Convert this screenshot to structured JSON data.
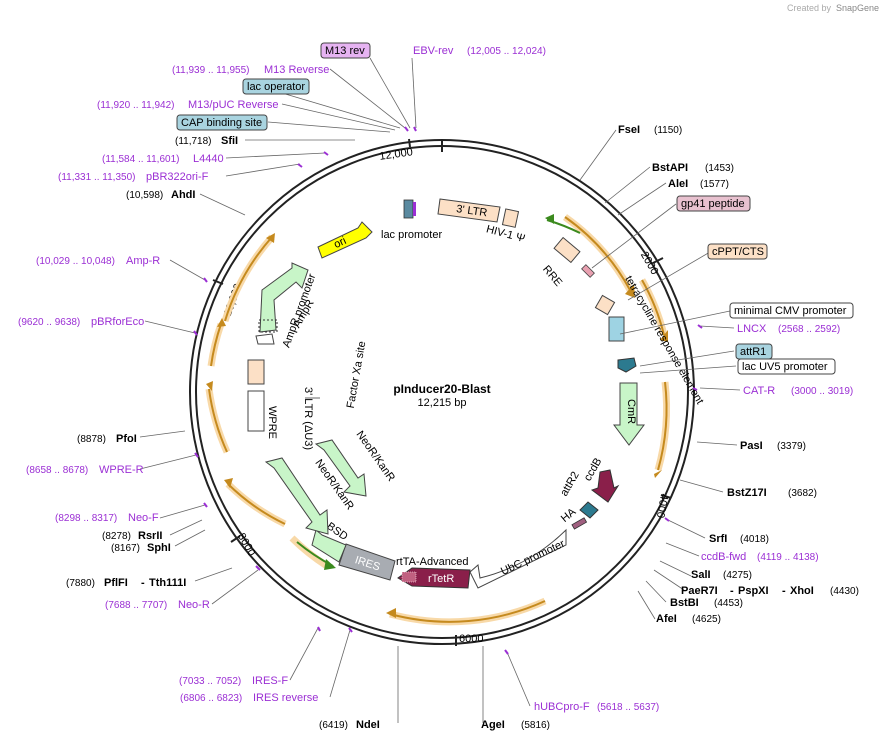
{
  "watermark": "Created by",
  "watermark_brand": "SnapGene",
  "plasmid": {
    "name": "pInducer20-Blast",
    "size": "12,215 bp"
  },
  "ticks": [
    "2000",
    "4000",
    "6000",
    "8000",
    "10,000",
    "12,000"
  ],
  "enzymes": [
    {
      "name": "FseI",
      "pos": "(1150)"
    },
    {
      "name": "BstAPI",
      "pos": "(1453)"
    },
    {
      "name": "AleI",
      "pos": "(1577)"
    },
    {
      "name": "PasI",
      "pos": "(3379)"
    },
    {
      "name": "BstZ17I",
      "pos": "(3682)"
    },
    {
      "name": "SrfI",
      "pos": "(4018)"
    },
    {
      "name": "SalI",
      "pos": "(4275)"
    },
    {
      "name": "PaeR7I",
      "name2": "PspXI",
      "name3": "XhoI",
      "pos": "(4430)"
    },
    {
      "name": "BstBI",
      "pos": "(4453)"
    },
    {
      "name": "AfeI",
      "pos": "(4625)"
    },
    {
      "name": "AgeI",
      "pos": "(5816)"
    },
    {
      "name": "NdeI",
      "pos": "(6419)"
    },
    {
      "name": "PflFI",
      "name2": "Tth111I",
      "pos": "(7880)"
    },
    {
      "name": "SphI",
      "pos": "(8167)"
    },
    {
      "name": "RsrII",
      "pos": "(8278)"
    },
    {
      "name": "PfoI",
      "pos": "(8878)"
    },
    {
      "name": "AhdI",
      "pos": "(10,598)"
    },
    {
      "name": "SfiI",
      "pos": "(11,718)"
    }
  ],
  "primers": [
    {
      "name": "EBV-rev",
      "pos": "(12,005 .. 12,024)"
    },
    {
      "name": "M13 Reverse",
      "pos": "(11,939 .. 11,955)"
    },
    {
      "name": "M13/pUC Reverse",
      "pos": "(11,920 .. 11,942)"
    },
    {
      "name": "L4440",
      "pos": "(11,584 .. 11,601)"
    },
    {
      "name": "pBR322ori-F",
      "pos": "(11,331 .. 11,350)"
    },
    {
      "name": "Amp-R",
      "pos": "(10,029 .. 10,048)"
    },
    {
      "name": "pBRforEco",
      "pos": "(9620 .. 9638)"
    },
    {
      "name": "WPRE-R",
      "pos": "(8658 .. 8678)"
    },
    {
      "name": "Neo-F",
      "pos": "(8298 .. 8317)"
    },
    {
      "name": "Neo-R",
      "pos": "(7688 .. 7707)"
    },
    {
      "name": "IRES-F",
      "pos": "(7033 .. 7052)"
    },
    {
      "name": "IRES reverse",
      "pos": "(6806 .. 6823)"
    },
    {
      "name": "hUBCpro-F",
      "pos": "(5618 .. 5637)"
    },
    {
      "name": "ccdB-fwd",
      "pos": "(4119 .. 4138)"
    },
    {
      "name": "CAT-R",
      "pos": "(3000 .. 3019)"
    },
    {
      "name": "LNCX",
      "pos": "(2568 .. 2592)"
    }
  ],
  "boxed_features": [
    {
      "name": "M13 rev",
      "color": "#e6b3f2"
    },
    {
      "name": "lac operator",
      "color": "#a9d4e0"
    },
    {
      "name": "CAP binding site",
      "color": "#a9d4e0"
    },
    {
      "name": "gp41 peptide",
      "color": "#e8c1cf"
    },
    {
      "name": "cPPT/CTS",
      "color": "#fce0c6"
    },
    {
      "name": "minimal CMV promoter",
      "color": "#ffffff"
    },
    {
      "name": "attR1",
      "color": "#a9d4e0"
    },
    {
      "name": "lac UV5 promoter",
      "color": "#ffffff"
    }
  ],
  "inner_features": {
    "ori": "ori",
    "lac_promoter": "lac promoter",
    "ltr3": "3' LTR",
    "hiv_psi": "HIV-1 Ψ",
    "rre": "RRE",
    "tre": "tetracycline response element",
    "cmr": "CmR",
    "ccdb": "ccdB",
    "attr2": "attR2",
    "ha": "HA",
    "ubc": "UbC promoter",
    "rtta": "rtTA-Advanced",
    "rtetr": "rTetR",
    "ires": "IRES",
    "bsd": "BSD",
    "neokan1": "NeoR/KanR",
    "neokan2": "NeoR/KanR",
    "wpre": "WPRE",
    "ltr_du3": "3' LTR (ΔU3)",
    "factor_xa": "Factor Xa site",
    "ampr_promoter": "AmpR promoter",
    "ampr": "AmpR"
  },
  "colors": {
    "primer": "#9b2fd4",
    "orf_orange": "#f5a623",
    "green_arrow": "#c8f5c8",
    "yellow_ori": "#ffff00",
    "rtetr": "#8a1f4a"
  }
}
